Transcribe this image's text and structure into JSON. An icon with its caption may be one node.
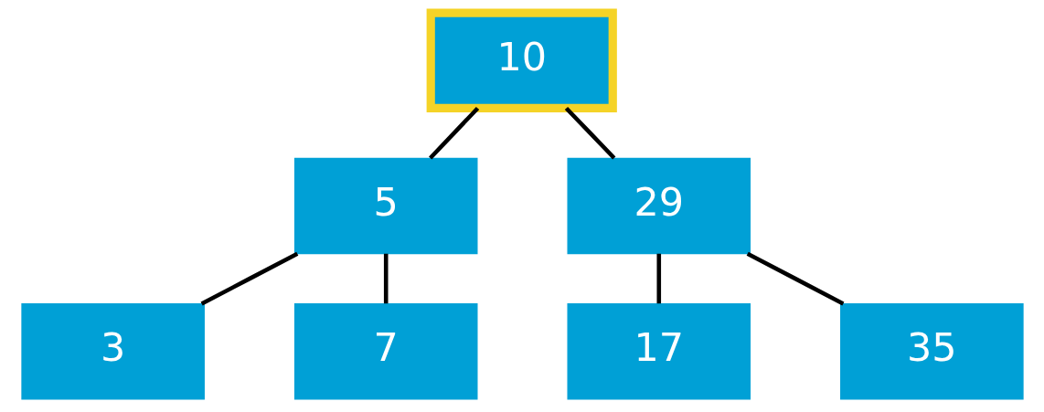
{
  "diagram": {
    "nodes": [
      {
        "text": [
          "10"
        ]
      },
      {
        "text": [
          "5"
        ]
      },
      {
        "text": [
          "29"
        ]
      },
      {
        "text": [
          "3"
        ]
      },
      {
        "text": [
          "7"
        ]
      },
      {
        "text": [
          "17"
        ]
      },
      {
        "text": [
          "35"
        ]
      }
    ],
    "edges": [
      {
        "from": 0,
        "to": 1,
        "arrow": "none"
      },
      {
        "from": 0,
        "to": 2,
        "arrow": "none"
      },
      {
        "from": 1,
        "to": 3,
        "arrow": "none"
      },
      {
        "from": 1,
        "to": 4,
        "arrow": "none"
      },
      {
        "from": 2,
        "to": 5,
        "arrow": "none"
      },
      {
        "from": 2,
        "to": 6,
        "arrow": "none"
      }
    ]
  }
}
